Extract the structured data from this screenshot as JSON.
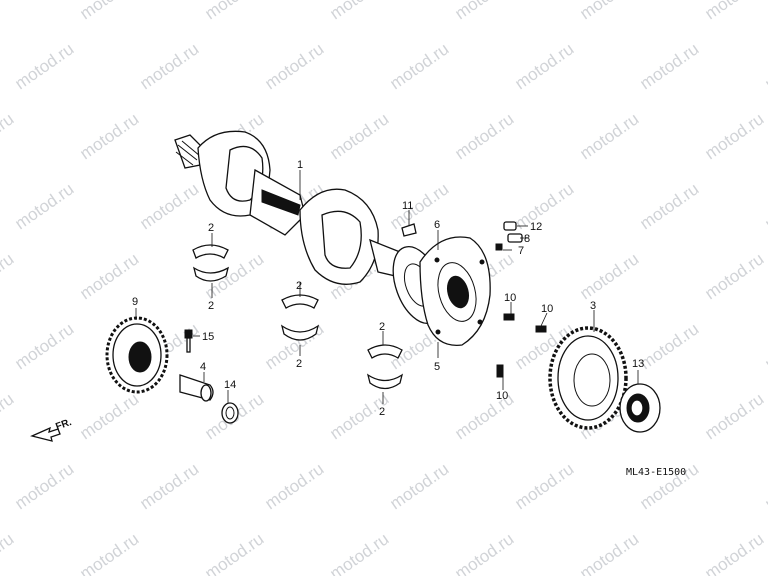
{
  "watermark": "motod.ru",
  "diagram_code": "ML43-E1500",
  "direction_label": "FR.",
  "callouts": [
    "1",
    "2",
    "2",
    "2",
    "2",
    "2",
    "2",
    "3",
    "4",
    "5",
    "6",
    "7",
    "8",
    "9",
    "10",
    "10",
    "10",
    "11",
    "12",
    "13",
    "14",
    "15"
  ]
}
